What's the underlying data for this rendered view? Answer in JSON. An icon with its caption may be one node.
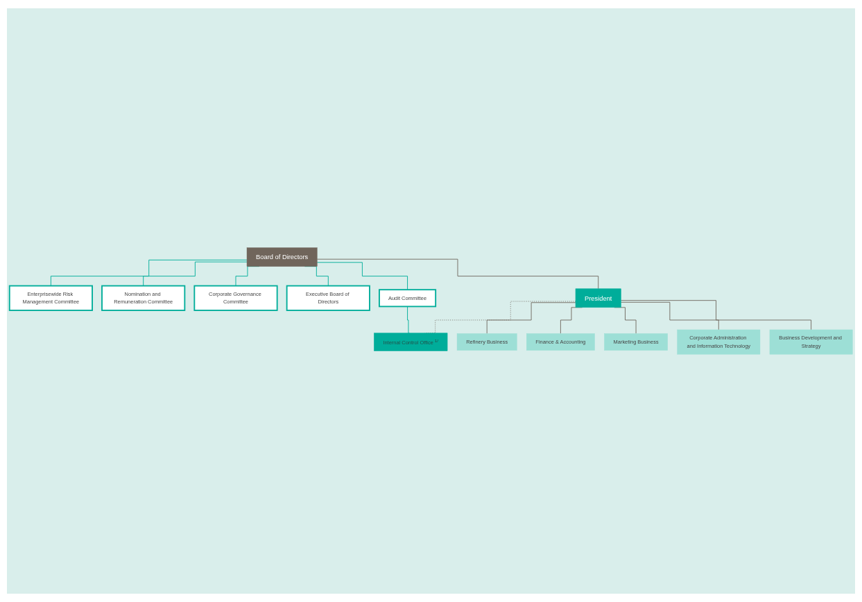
{
  "diagram": {
    "nodes": [
      {
        "text": [
          "Board of Directors"
        ]
      },
      {
        "text": [
          "Enterprisewide Risk Management Committee"
        ]
      },
      {
        "text": [
          "Nomination and Remuneration Committee"
        ]
      },
      {
        "text": [
          "Corporate Governance Committee"
        ]
      },
      {
        "text": [
          "Executive Board of Directors"
        ]
      },
      {
        "text": [
          "Audit Committee"
        ]
      },
      {
        "text": [
          "President"
        ]
      },
      {
        "text": [
          "Internal Control Office $^{1/}$"
        ]
      },
      {
        "text": [
          "Refinery Business"
        ]
      },
      {
        "text": [
          "Finance & Accounting"
        ]
      },
      {
        "text": [
          "Marketing Business"
        ]
      },
      {
        "text": [
          "Corporate Administration and Information Technology"
        ]
      },
      {
        "text": [
          "Business Development and Strategy"
        ]
      }
    ],
    "edges": [
      {
        "from": 0,
        "to": 1,
        "arrow": "none",
        "color": "#00ad9a"
      },
      {
        "from": 0,
        "to": 2,
        "arrow": "none",
        "color": "#00ad9a"
      },
      {
        "from": 0,
        "to": 3,
        "arrow": "none",
        "color": "#00ad9a"
      },
      {
        "from": 0,
        "to": 4,
        "arrow": "none",
        "color": "#00ad9a"
      },
      {
        "from": 0,
        "to": 5,
        "arrow": "none",
        "color": "#00ad9a"
      },
      {
        "from": 0,
        "to": 6,
        "arrow": "none"
      },
      {
        "from": 5,
        "to": 7,
        "arrow": "none",
        "color": "#00ad9a"
      },
      {
        "from": 6,
        "to": 7,
        "arrow": "none",
        "style": "dashed"
      },
      {
        "from": 6,
        "to": 8,
        "arrow": "none"
      },
      {
        "from": 6,
        "to": 9,
        "arrow": "none"
      },
      {
        "from": 6,
        "to": 10,
        "arrow": "none"
      },
      {
        "from": 6,
        "to": 11,
        "arrow": "none"
      },
      {
        "from": 6,
        "to": 12,
        "arrow": "none"
      }
    ]
  }
}
